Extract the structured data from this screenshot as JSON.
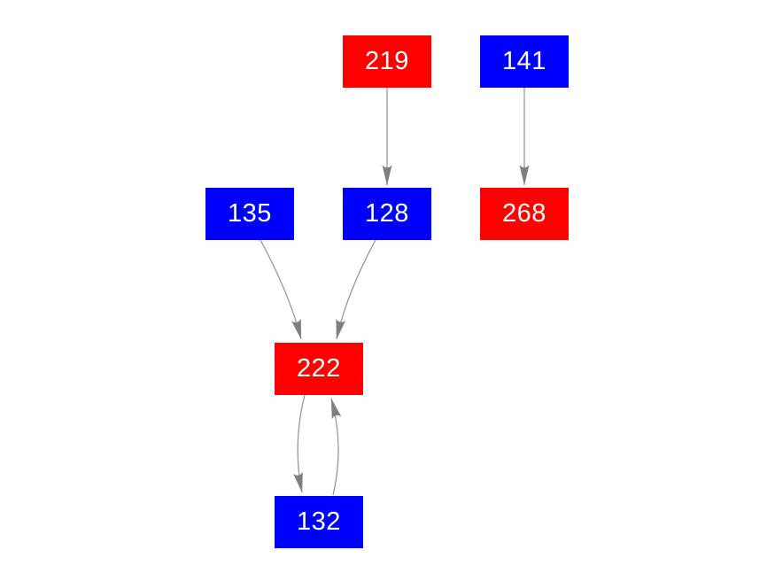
{
  "diagram": {
    "type": "directed-graph",
    "background_color": "#ffffff",
    "palette": {
      "node_red": "#ff0000",
      "node_blue": "#0000ff",
      "edge_line": "#8f8f8f",
      "arrowhead": "#7f7f7f",
      "label_text": "#ffffff"
    },
    "nodes": [
      {
        "id": "219",
        "label": "219",
        "color": "red",
        "row": "top"
      },
      {
        "id": "141",
        "label": "141",
        "color": "blue",
        "row": "top"
      },
      {
        "id": "135",
        "label": "135",
        "color": "blue",
        "row": "middle"
      },
      {
        "id": "128",
        "label": "128",
        "color": "blue",
        "row": "middle"
      },
      {
        "id": "268",
        "label": "268",
        "color": "red",
        "row": "middle"
      },
      {
        "id": "222",
        "label": "222",
        "color": "red",
        "row": "lower"
      },
      {
        "id": "132",
        "label": "132",
        "color": "blue",
        "row": "bottom"
      }
    ],
    "edges": [
      {
        "from": "219",
        "to": "128",
        "style": "straight"
      },
      {
        "from": "141",
        "to": "268",
        "style": "straight"
      },
      {
        "from": "135",
        "to": "222",
        "style": "curved"
      },
      {
        "from": "128",
        "to": "222",
        "style": "curved"
      },
      {
        "from": "222",
        "to": "132",
        "style": "curved"
      },
      {
        "from": "132",
        "to": "222",
        "style": "curved"
      }
    ]
  }
}
